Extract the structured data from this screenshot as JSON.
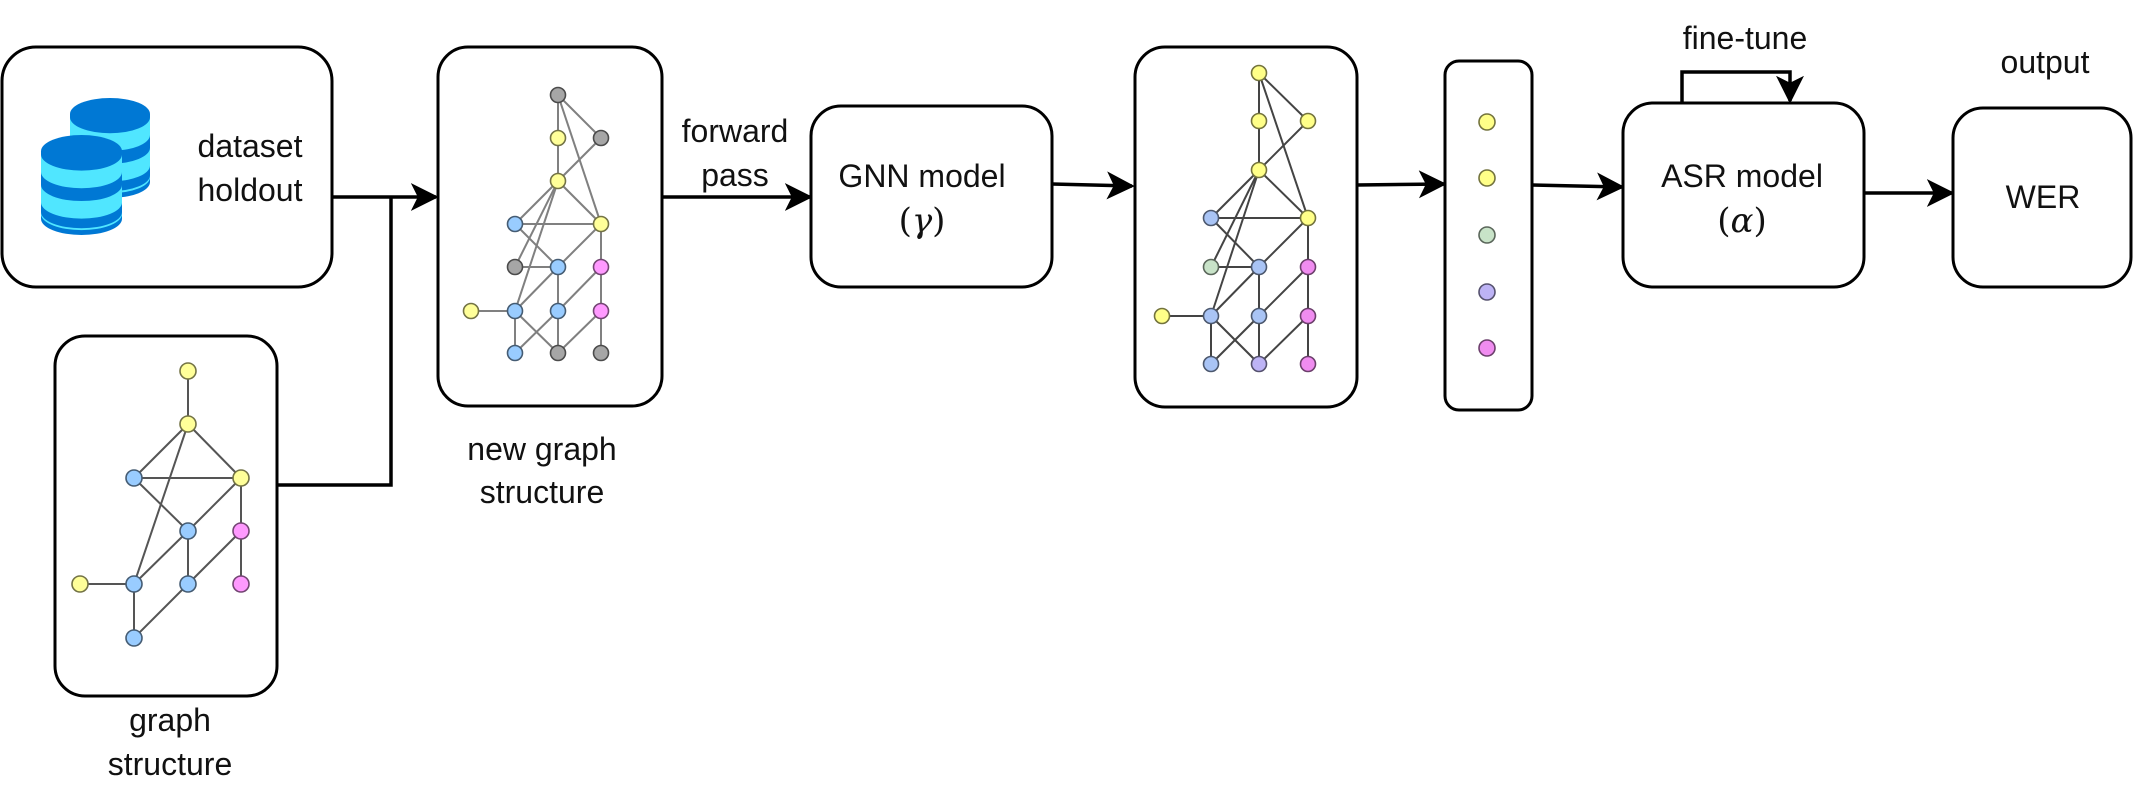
{
  "diagram": {
    "type": "pipeline",
    "nodes": {
      "dataset": {
        "line1": "dataset",
        "line2": "holdout",
        "icon": "database-icon"
      },
      "graph_structure": {
        "caption_line1": "graph",
        "caption_line2": "structure"
      },
      "new_graph_structure": {
        "caption_line1": "new graph",
        "caption_line2": "structure"
      },
      "gnn": {
        "line1": "GNN model",
        "symbol": "γ"
      },
      "output_graph": {},
      "embedding_vector": {},
      "asr": {
        "line1": "ASR model",
        "symbol": "α",
        "loop_label": "fine-tune"
      },
      "wer": {
        "line1": "WER",
        "caption": "output"
      }
    },
    "edges_labels": {
      "forward_pass_line1": "forward",
      "forward_pass_line2": "pass"
    },
    "flow": [
      [
        "dataset",
        "new_graph_structure"
      ],
      [
        "graph_structure",
        "new_graph_structure"
      ],
      [
        "new_graph_structure",
        "gnn"
      ],
      [
        "gnn",
        "output_graph"
      ],
      [
        "output_graph",
        "embedding_vector"
      ],
      [
        "embedding_vector",
        "asr"
      ],
      [
        "asr",
        "asr"
      ],
      [
        "asr",
        "wer"
      ]
    ]
  },
  "colors": {
    "db_dark": "#0078D4",
    "db_light": "#50E6FF",
    "yellow": "#FFFF99",
    "blue": "#99CCFF",
    "pink": "#FF99FF",
    "gray": "#A6A6A6",
    "green": "#C8E3C8",
    "lavender": "#BDB3F5",
    "blue2": "#A9C4F5",
    "pink2": "#F08CF0",
    "yellow2": "#FFFF88"
  },
  "graphs": {
    "graph_structure": {
      "node_colors": [
        "yellow",
        "yellow",
        "blue",
        "yellow",
        "blue",
        "pink",
        "yellow",
        "blue",
        "blue",
        "pink",
        "blue"
      ],
      "edges": [
        [
          0,
          1
        ],
        [
          1,
          2
        ],
        [
          1,
          3
        ],
        [
          1,
          7
        ],
        [
          2,
          3
        ],
        [
          2,
          4
        ],
        [
          3,
          4
        ],
        [
          3,
          5
        ],
        [
          4,
          7
        ],
        [
          4,
          8
        ],
        [
          5,
          8
        ],
        [
          5,
          9
        ],
        [
          6,
          7
        ],
        [
          7,
          10
        ],
        [
          8,
          10
        ]
      ]
    },
    "new_graph_structure": {
      "node_colors": [
        "gray",
        "yellow",
        "gray",
        "yellow",
        "blue",
        "yellow",
        "gray",
        "blue",
        "pink",
        "yellow",
        "blue",
        "blue",
        "pink",
        "blue",
        "gray",
        "gray"
      ],
      "edges": [
        [
          0,
          1
        ],
        [
          0,
          2
        ],
        [
          0,
          5
        ],
        [
          1,
          3
        ],
        [
          2,
          3
        ],
        [
          3,
          4
        ],
        [
          3,
          5
        ],
        [
          3,
          6
        ],
        [
          3,
          10
        ],
        [
          4,
          5
        ],
        [
          4,
          7
        ],
        [
          5,
          7
        ],
        [
          5,
          8
        ],
        [
          6,
          7
        ],
        [
          7,
          10
        ],
        [
          7,
          11
        ],
        [
          8,
          11
        ],
        [
          8,
          12
        ],
        [
          9,
          10
        ],
        [
          10,
          13
        ],
        [
          10,
          14
        ],
        [
          11,
          13
        ],
        [
          11,
          14
        ],
        [
          12,
          14
        ],
        [
          12,
          15
        ]
      ]
    },
    "output_graph": {
      "node_colors": [
        "yellow2",
        "yellow2",
        "yellow2",
        "yellow2",
        "blue2",
        "yellow2",
        "green",
        "blue2",
        "pink2",
        "yellow2",
        "blue2",
        "blue2",
        "pink2",
        "blue2",
        "lavender",
        "pink2"
      ],
      "edges": [
        [
          0,
          1
        ],
        [
          0,
          2
        ],
        [
          0,
          5
        ],
        [
          1,
          3
        ],
        [
          2,
          3
        ],
        [
          3,
          4
        ],
        [
          3,
          5
        ],
        [
          3,
          6
        ],
        [
          3,
          10
        ],
        [
          4,
          5
        ],
        [
          4,
          7
        ],
        [
          5,
          7
        ],
        [
          5,
          8
        ],
        [
          6,
          7
        ],
        [
          7,
          10
        ],
        [
          7,
          11
        ],
        [
          8,
          11
        ],
        [
          8,
          12
        ],
        [
          9,
          10
        ],
        [
          10,
          13
        ],
        [
          10,
          14
        ],
        [
          11,
          13
        ],
        [
          11,
          14
        ],
        [
          12,
          14
        ],
        [
          12,
          15
        ]
      ]
    },
    "embedding_vector": {
      "node_colors": [
        "yellow2",
        "yellow2",
        "green",
        "lavender",
        "pink2"
      ]
    }
  }
}
